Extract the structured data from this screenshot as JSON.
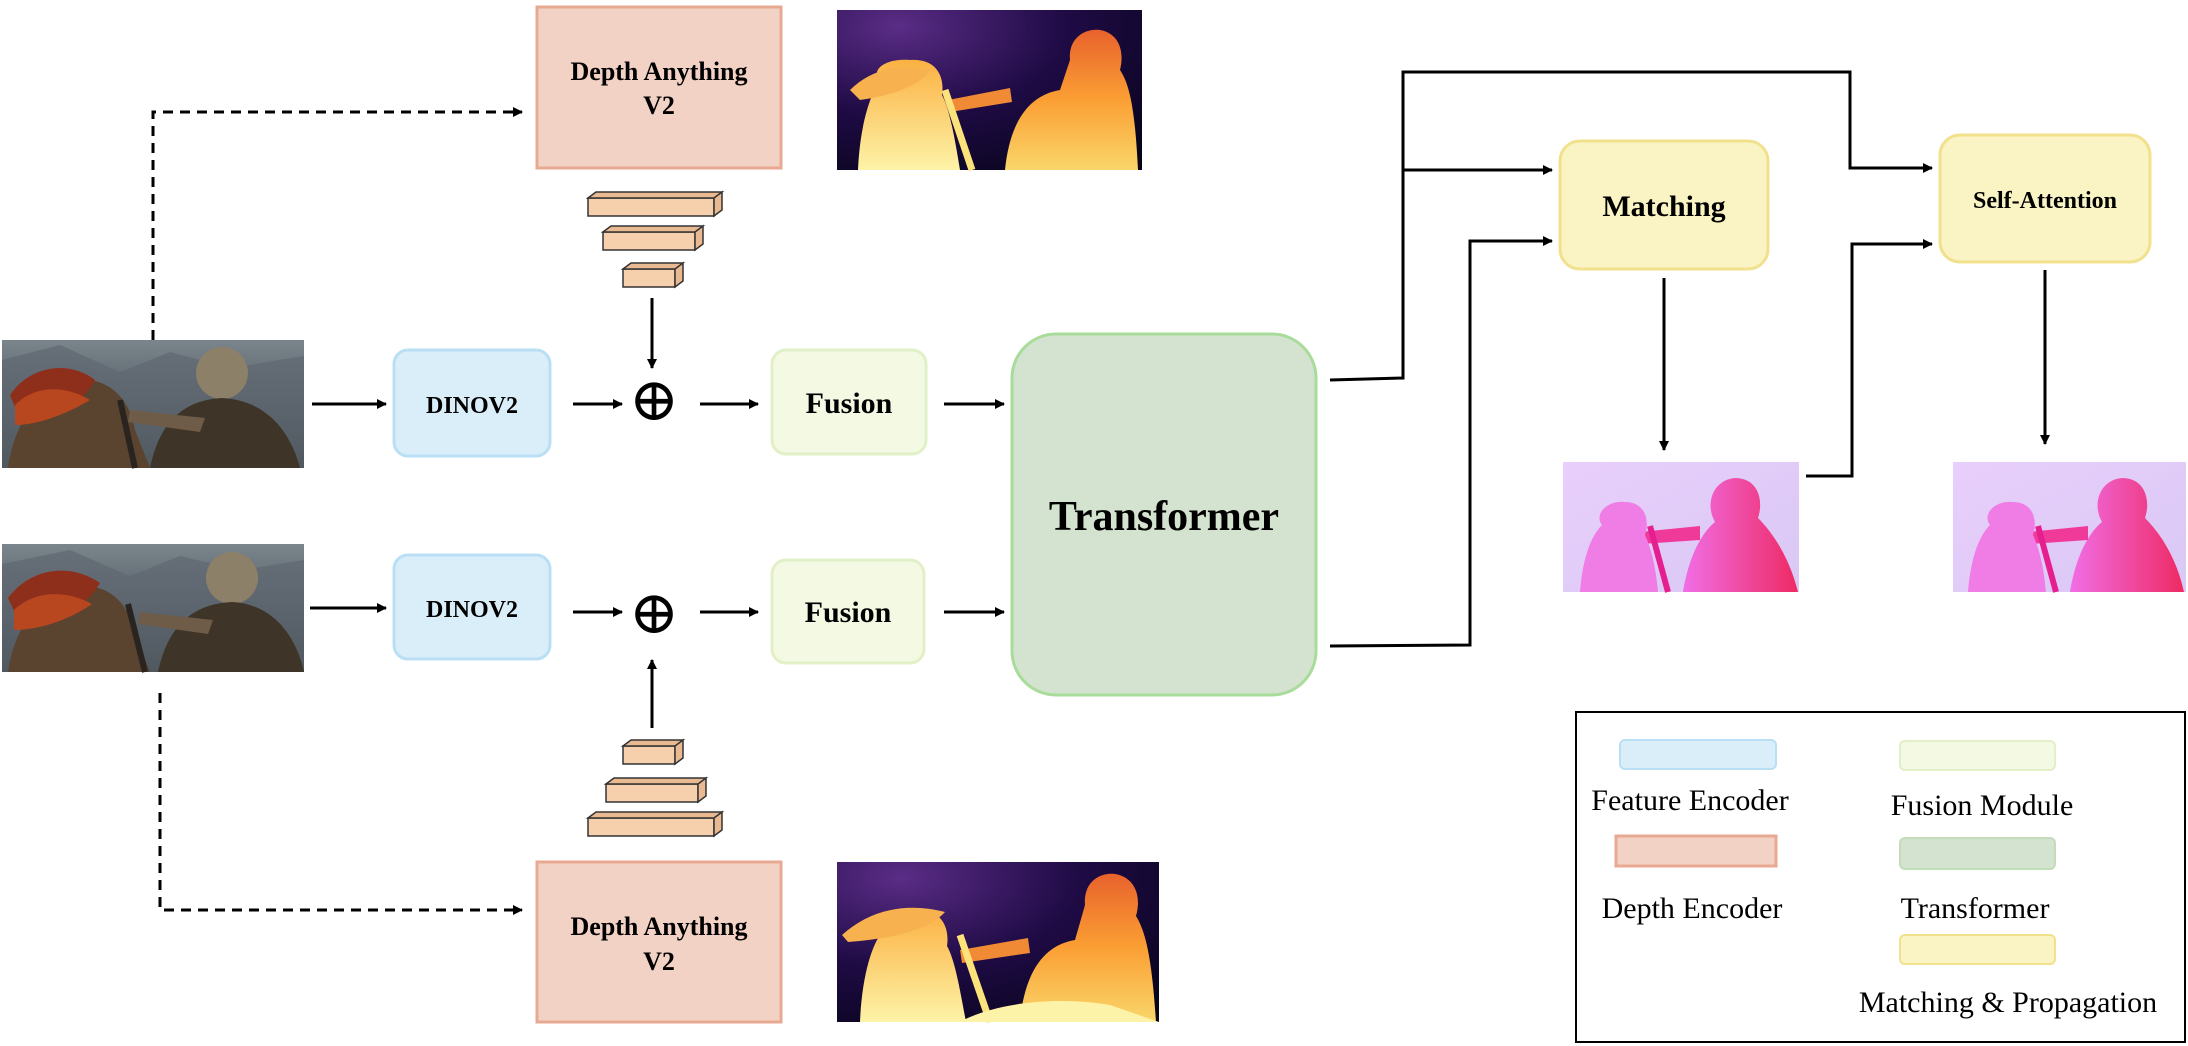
{
  "blocks": {
    "depth_top": {
      "line1": "Depth Anything",
      "line2": "V2"
    },
    "depth_bottom": {
      "line1": "Depth Anything",
      "line2": "V2"
    },
    "dino_top": "DINOV2",
    "dino_bottom": "DINOV2",
    "fusion_top": "Fusion",
    "fusion_bottom": "Fusion",
    "transformer": "Transformer",
    "matching": "Matching",
    "self_attention": "Self-Attention",
    "plus_symbol": "⊕"
  },
  "legend": {
    "feature_encoder": "Feature Encoder",
    "fusion_module": "Fusion Module",
    "depth_encoder": "Depth Encoder",
    "transformer": "Transformer",
    "matching_propagation": "Matching & Propagation"
  },
  "colors": {
    "feature_encoder_fill": "#daeefa",
    "feature_encoder_stroke": "#b9dff5",
    "depth_encoder_fill": "#f3d2c6",
    "depth_encoder_stroke": "#e8a993",
    "fusion_fill": "#f4f9e4",
    "fusion_stroke": "#e1f0c7",
    "transformer_fill": "#d3e3cf",
    "transformer_stroke": "#a9dc9b",
    "matching_fill": "#faf3c3",
    "matching_stroke": "#f2e18c",
    "feature_bar_fill": "#f6cfac"
  }
}
